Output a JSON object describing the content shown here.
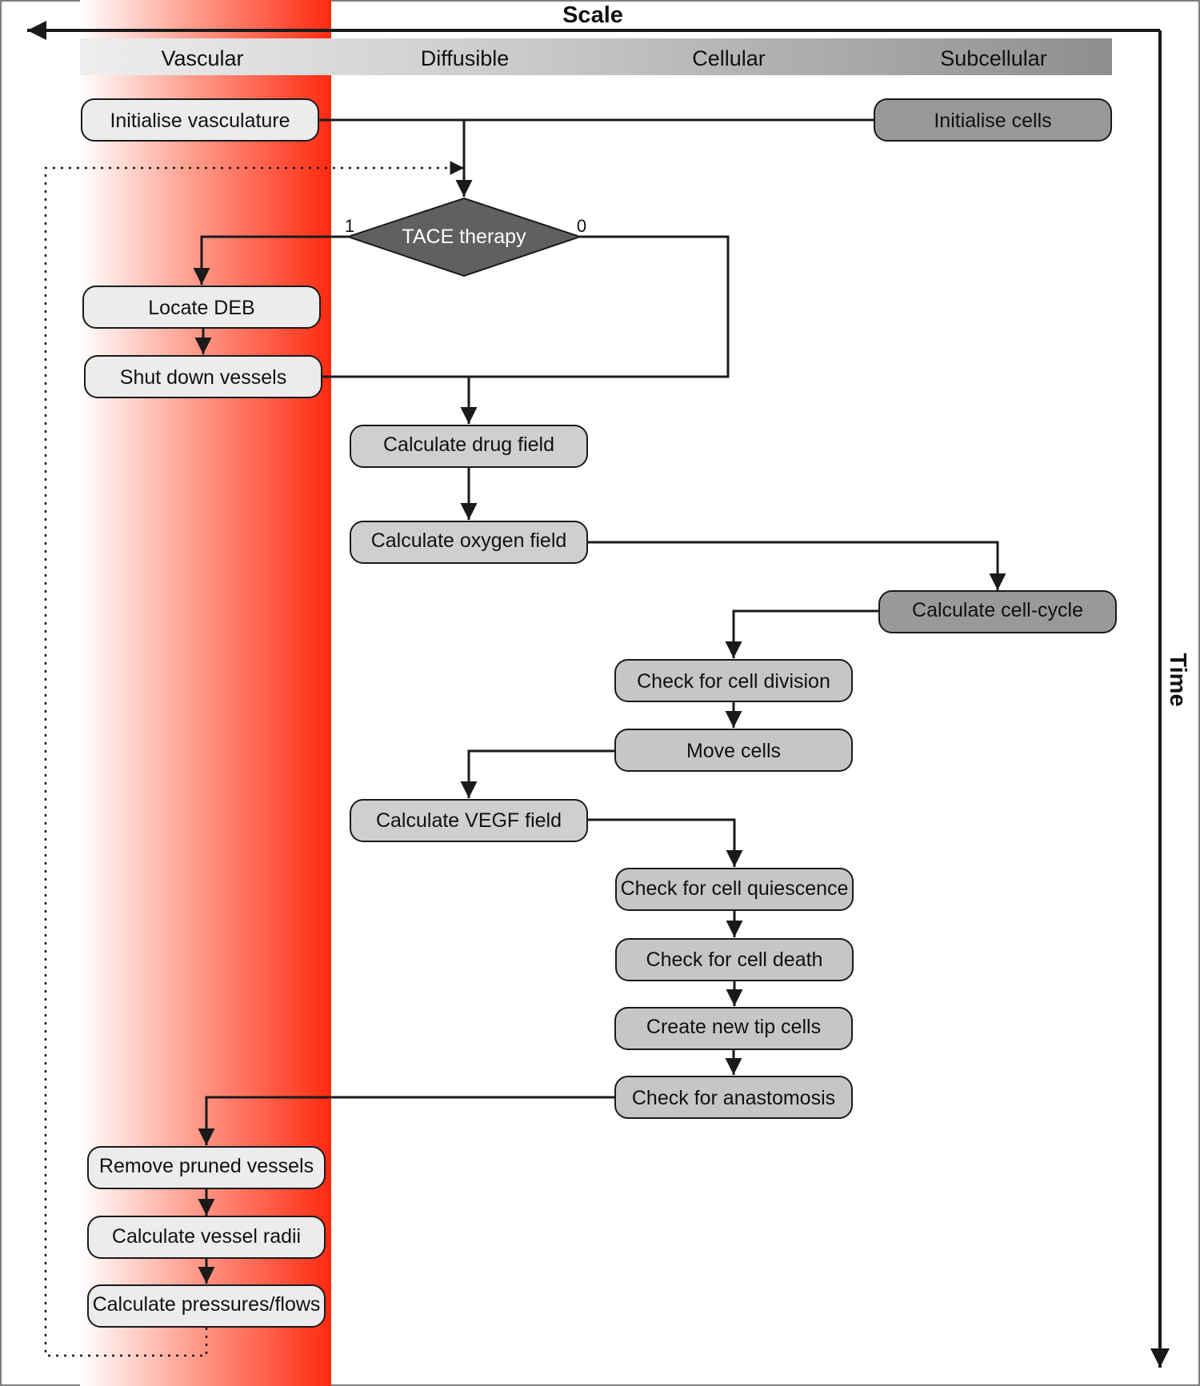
{
  "scale_label": "Scale",
  "time_label": "Time",
  "lanes": [
    "Vascular",
    "Diffusible",
    "Cellular",
    "Subcellular"
  ],
  "colors": {
    "vascular_band_strong": "#ff2a10",
    "vascular_box_fill": "#ececec",
    "diffusible_box_fill": "#cfcfcf",
    "cellular_box_fill": "#c6c6c6",
    "subcellular_box_fill": "#999999",
    "decision_fill": "#606060",
    "line": "#1a1a1a"
  },
  "decision": {
    "label": "TACE therapy",
    "yes_label": "1",
    "no_label": "0"
  },
  "steps": {
    "initialise_vasculature": "Initialise vasculature",
    "initialise_cells": "Initialise cells",
    "locate_deb": "Locate DEB",
    "shut_down_vessels": "Shut down vessels",
    "calculate_drug_field": "Calculate drug field",
    "calculate_oxygen_field": "Calculate oxygen field",
    "calculate_cell_cycle": "Calculate cell-cycle",
    "check_cell_division": "Check for cell division",
    "move_cells": "Move cells",
    "calculate_vegf_field": "Calculate VEGF field",
    "check_cell_quiescence": "Check for cell quiescence",
    "check_cell_death": "Check for cell death",
    "create_tip_cells": "Create new tip cells",
    "check_anastomosis": "Check for anastomosis",
    "remove_pruned_vessels": "Remove pruned vessels",
    "calculate_vessel_radii": "Calculate vessel radii",
    "calculate_pressures_flows": "Calculate pressures/flows"
  }
}
